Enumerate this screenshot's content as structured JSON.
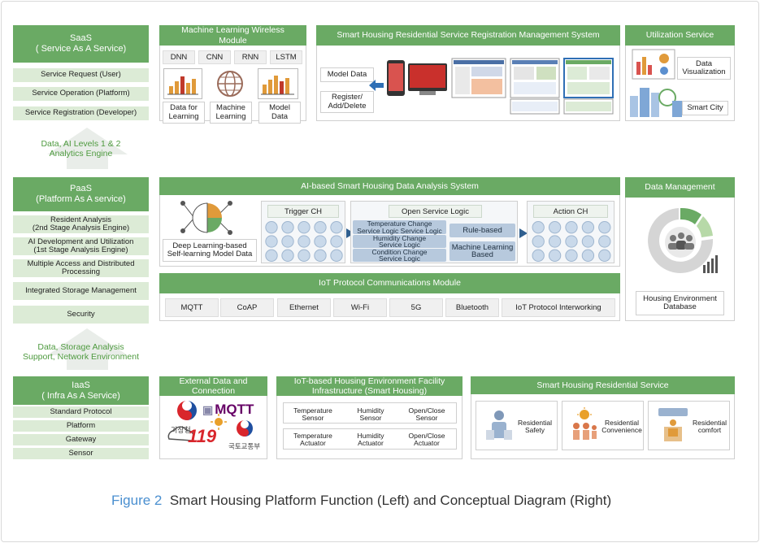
{
  "saas": {
    "title": "SaaS",
    "subtitle": "( Service As A Service)",
    "items": [
      "Service Request (User)",
      "Service Operation (Platform)",
      "Service Registration (Developer)"
    ]
  },
  "arrow1": {
    "line1": "Data, AI Levels 1 & 2",
    "line2": "Analytics Engine"
  },
  "paas": {
    "title": "PaaS",
    "subtitle": "(Platform As A service)",
    "items": [
      {
        "l1": "Resident Analysis",
        "l2": "(2nd Stage Analysis Engine)"
      },
      {
        "l1": "AI Development and Utilization",
        "l2": "(1st Stage Analysis Engine)"
      },
      {
        "l1": "Multiple Access and Distributed",
        "l2": "Processing"
      },
      {
        "l1": "Integrated Storage Management",
        "l2": ""
      },
      {
        "l1": "Security",
        "l2": ""
      }
    ]
  },
  "arrow2": {
    "line1": "Data, Storage Analysis",
    "line2": "Support, Network  Environment"
  },
  "iaas": {
    "title": "IaaS",
    "subtitle": "( Infra As A Service)",
    "items": [
      "Standard Protocol",
      "Platform",
      "Gateway",
      "Sensor"
    ]
  },
  "ml_module": {
    "title_l1": "Machine Learning Wireless",
    "title_l2": "Module",
    "algos": [
      "DNN",
      "CNN",
      "RNN",
      "LSTM"
    ],
    "labels": [
      {
        "l1": "Data for",
        "l2": "Learning"
      },
      {
        "l1": "Machine",
        "l2": "Learning"
      },
      {
        "l1": "Model",
        "l2": "Data"
      }
    ]
  },
  "registration": {
    "title": "Smart Housing Residential Service Registration Management System",
    "model_data": "Model Data",
    "register_l1": "Register/",
    "register_l2": "Add/Delete"
  },
  "utilization": {
    "title": "Utilization Service",
    "data_vis_l1": "Data",
    "data_vis_l2": "Visualization",
    "smart_city": "Smart City"
  },
  "analysis": {
    "title": "AI-based Smart Housing Data Analysis System",
    "deep_l1": "Deep Learning-based",
    "deep_l2": "Self-learning Model Data",
    "trigger": "Trigger CH",
    "open_logic": "Open Service Logic",
    "action": "Action CH",
    "logic_items": [
      {
        "l1": "Temperature Change",
        "l2": "Service Logic Service Logic"
      },
      {
        "l1": "Humidity Change",
        "l2": "Service Logic"
      },
      {
        "l1": "Condition Change",
        "l2": "Service Logic"
      }
    ],
    "rule_based": "Rule-based",
    "ml_based_l1": "Machine Learning",
    "ml_based_l2": "Based"
  },
  "data_mgmt": {
    "title": "Data Management",
    "db_l1": "Housing Environment",
    "db_l2": "Database"
  },
  "iot": {
    "title": "IoT Protocol Communications Module",
    "protocols": [
      "MQTT",
      "CoAP",
      "Ethernet",
      "Wi-Fi",
      "5G",
      "Bluetooth",
      "IoT Protocol Interworking"
    ]
  },
  "external": {
    "title_l1": "External Data and",
    "title_l2": "Connection",
    "logo_mqtt": "MQTT",
    "logo_kma": "기상청",
    "logo_119": "119",
    "logo_molit": "국토교통부"
  },
  "facility": {
    "title_l1": "IoT-based Housing Environment Facility",
    "title_l2": "Infrastructure (Smart Housing)",
    "sensors": [
      {
        "l1": "Temperature",
        "l2": "Sensor"
      },
      {
        "l1": "Humidity",
        "l2": "Sensor"
      },
      {
        "l1": "Open/Close",
        "l2": "Sensor"
      }
    ],
    "actuators": [
      {
        "l1": "Temperature",
        "l2": "Actuator"
      },
      {
        "l1": "Humidity",
        "l2": "Actuator"
      },
      {
        "l1": "Open/Close",
        "l2": "Actuator"
      }
    ]
  },
  "residential": {
    "title": "Smart Housing Residential Service",
    "items": [
      {
        "l1": "Residential",
        "l2": "Safety"
      },
      {
        "l1": "Residential",
        "l2": "Convenience"
      },
      {
        "l1": "Residential",
        "l2": "comfort"
      }
    ]
  },
  "caption": {
    "fig": "Figure 2",
    "text": "Smart Housing Platform Function (Left) and Conceptual Diagram (Right)"
  },
  "colors": {
    "green": "#6aaa64",
    "light_green": "#dcebd6",
    "blue": "#b7c9dd",
    "caption_blue": "#4a8fd0"
  }
}
